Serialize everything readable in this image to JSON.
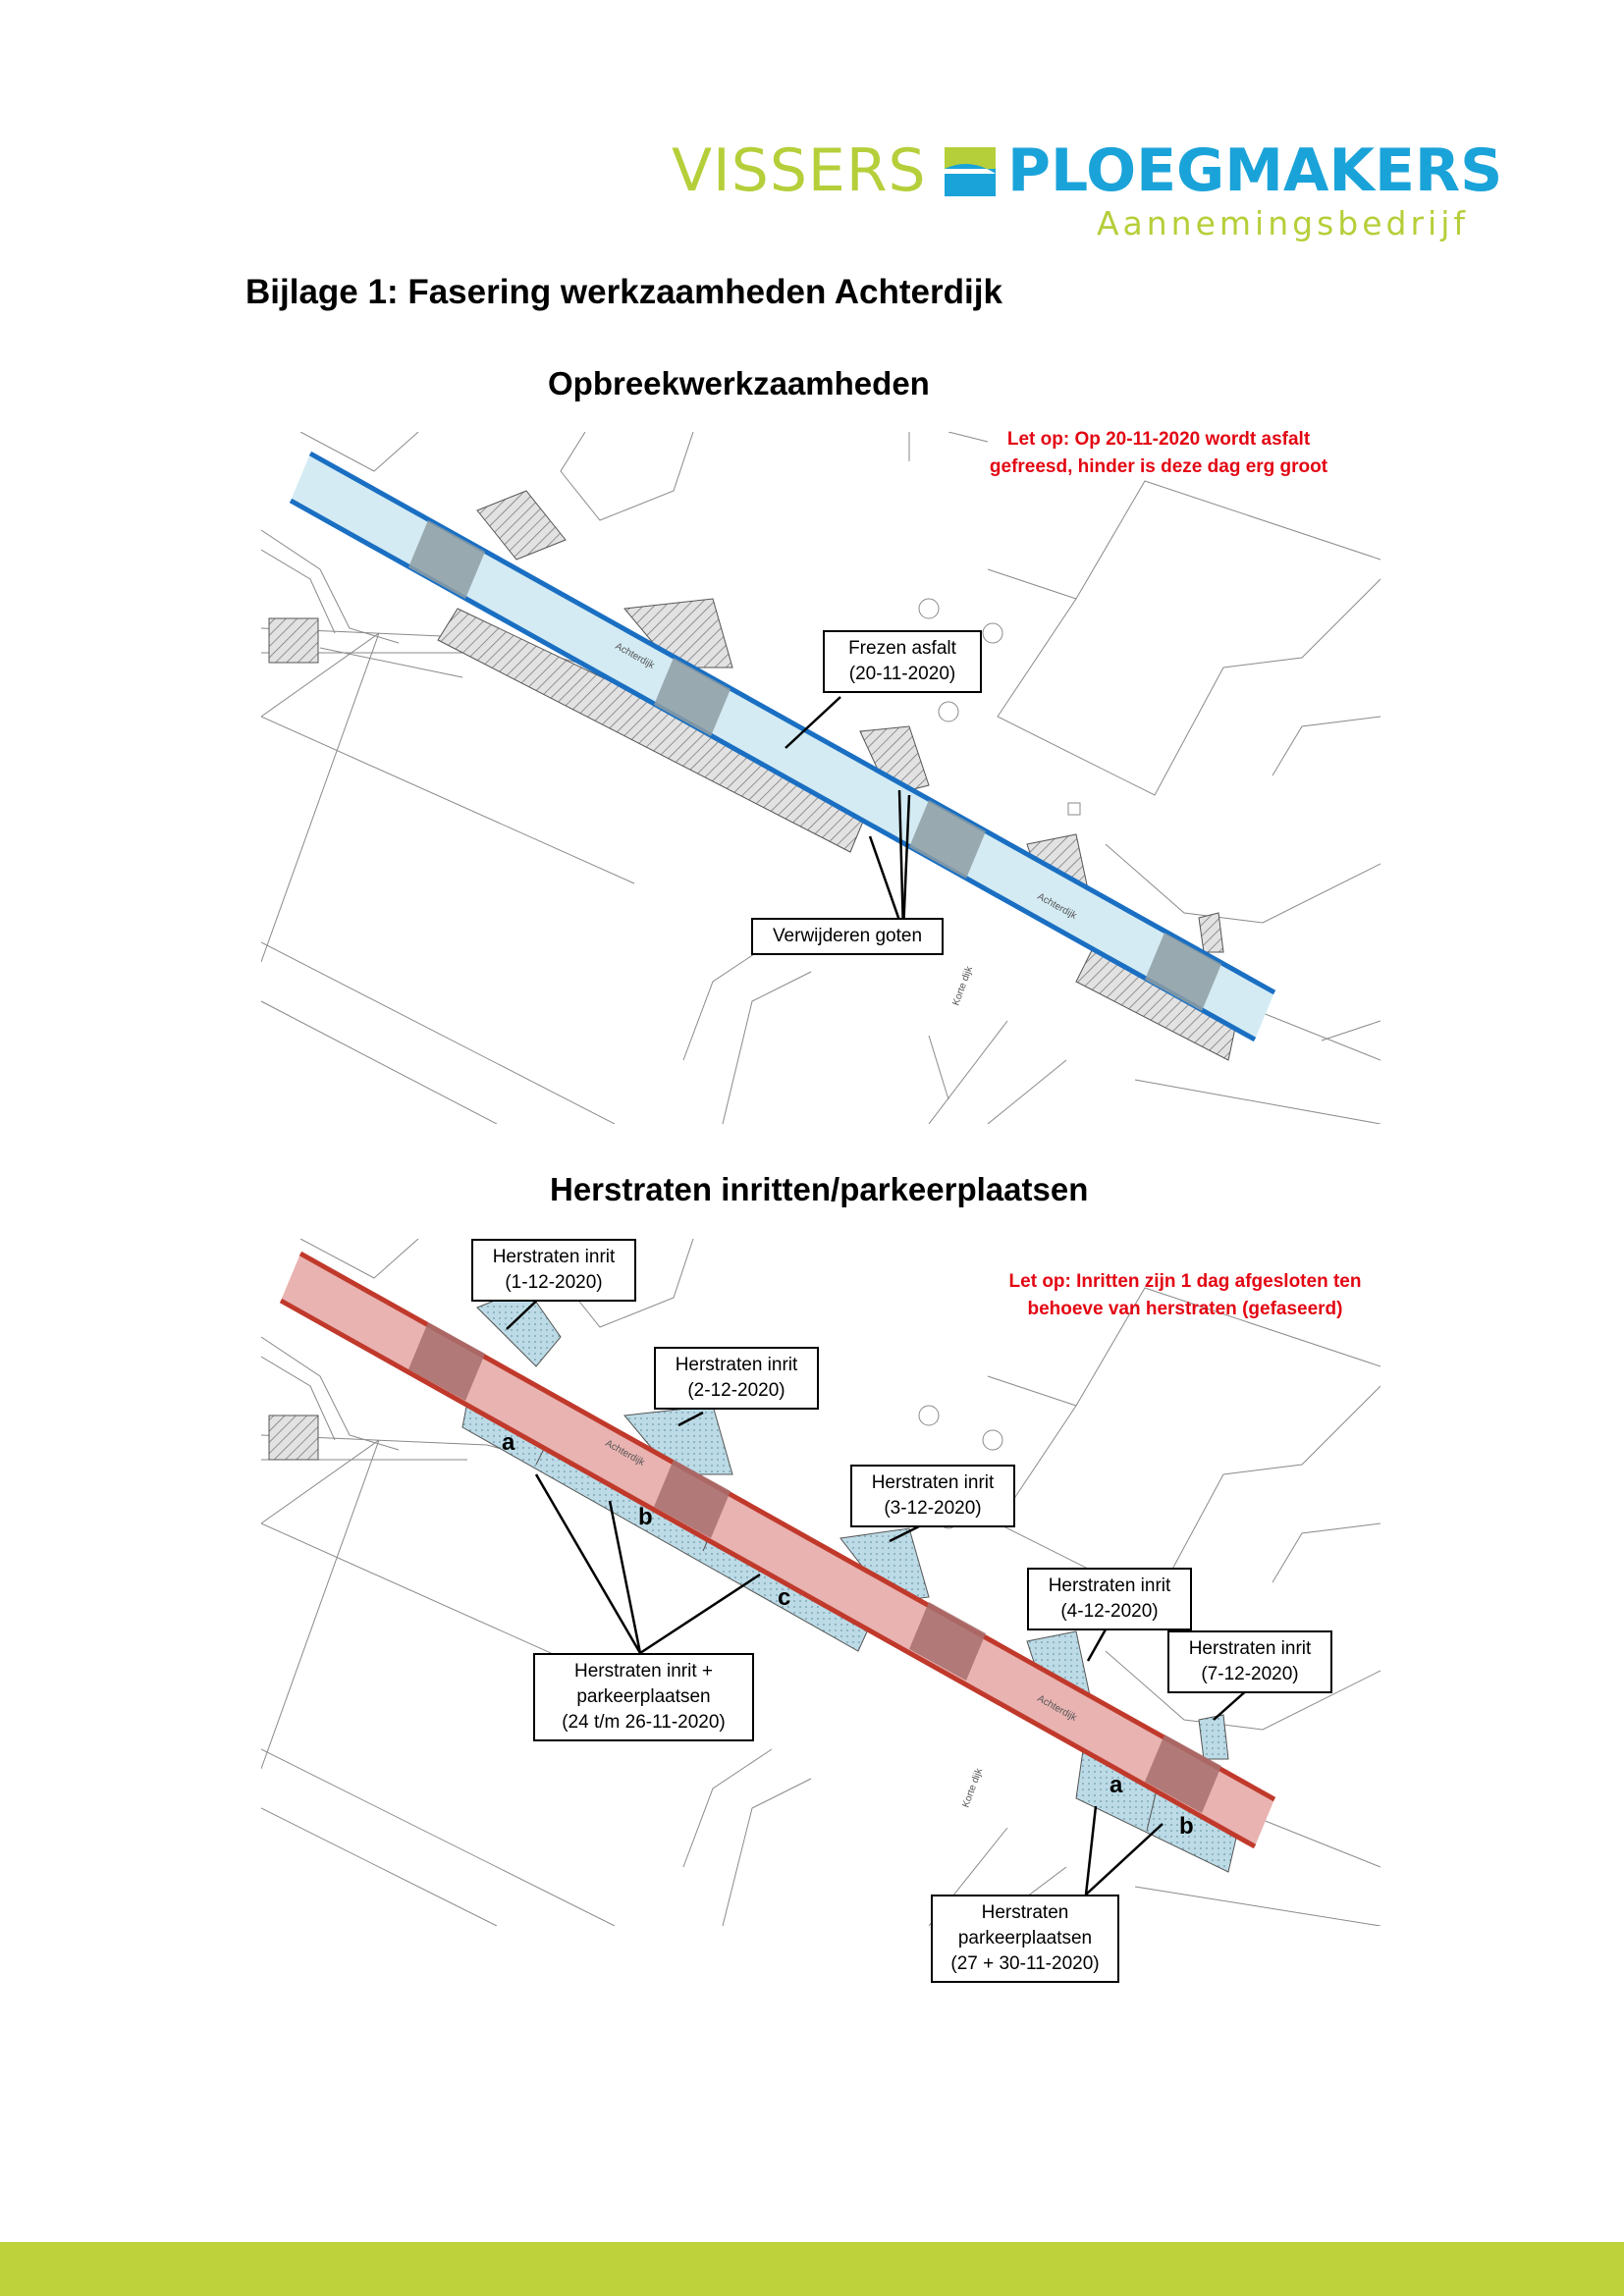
{
  "logo": {
    "left_text": "VISSERS",
    "right_text": "PLOEGMAKERS",
    "subtitle": "Aannemingsbedrijf",
    "colors": {
      "green": "#b5cf3a",
      "blue": "#1aa3d9"
    }
  },
  "document": {
    "title": "Bijlage 1: Fasering werkzaamheden Achterdijk"
  },
  "section1": {
    "title": "Opbreekwerkzaamheden",
    "warning_line1": "Let op: Op 20-11-2020 wordt asfalt",
    "warning_line2": "gefreesd, hinder is deze dag erg groot",
    "street_label_1": "Achterdijk",
    "street_label_2": "Achterdijk",
    "street_label_side": "Korte dijk",
    "label_milling_line1": "Frezen asfalt",
    "label_milling_line2": "(20-11-2020)",
    "label_gutters": "Verwijderen goten",
    "colors": {
      "road": "#d4ebf3",
      "outline": "#1a6fc2",
      "hatch": "#8e9ea3"
    }
  },
  "section2": {
    "title": "Herstraten inritten/parkeerplaatsen",
    "warning_line1": "Let op: Inritten zijn 1 dag afgesloten ten",
    "warning_line2": "behoeve van herstraten (gefaseerd)",
    "street_label_1": "Achterdijk",
    "street_label_2": "Achterdijk",
    "street_label_side": "Korte dijk",
    "driveways": [
      {
        "line1": "Herstraten inrit",
        "line2": "(1-12-2020)"
      },
      {
        "line1": "Herstraten inrit",
        "line2": "(2-12-2020)"
      },
      {
        "line1": "Herstraten inrit",
        "line2": "(3-12-2020)"
      },
      {
        "line1": "Herstraten inrit",
        "line2": "(4-12-2020)"
      },
      {
        "line1": "Herstraten inrit",
        "line2": "(7-12-2020)"
      }
    ],
    "parking_combined": {
      "line1": "Herstraten inrit +",
      "line2": "parkeerplaatsen",
      "line3": "(24 t/m 26-11-2020)"
    },
    "parking_only": {
      "line1": "Herstraten",
      "line2": "parkeerplaatsen",
      "line3": "(27 + 30-11-2020)"
    },
    "letters": {
      "a1": "a",
      "b1": "b",
      "c1": "c",
      "a2": "a",
      "b2": "b"
    },
    "colors": {
      "road": "#e8b3b1",
      "outline": "#c0392b",
      "paving": "#bcdbe6"
    }
  }
}
